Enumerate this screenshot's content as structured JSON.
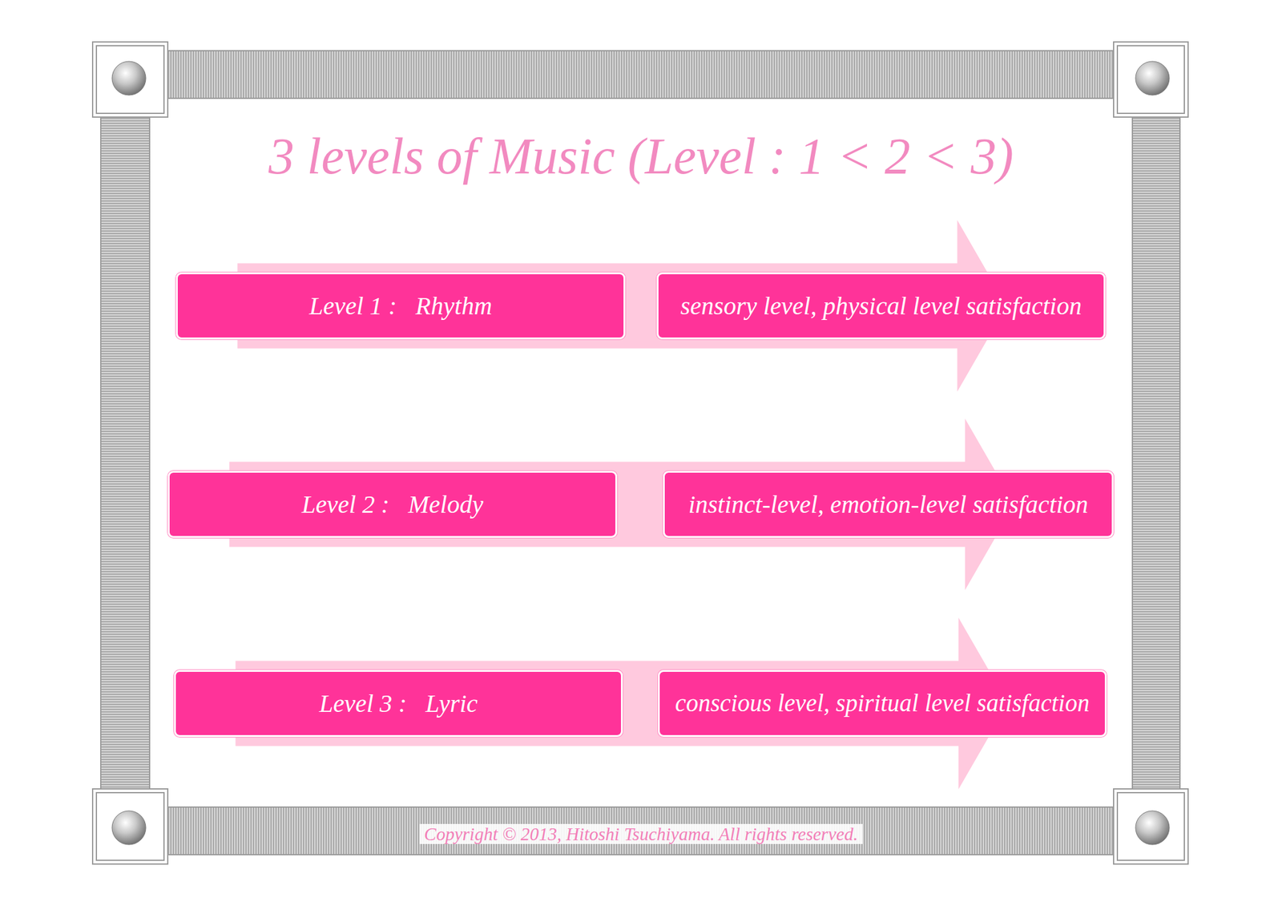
{
  "diagram": {
    "title": "3 levels of Music (Level : 1 < 2 < 3)",
    "nodes": [
      {
        "text": [
          "Level 1 :   Rhythm"
        ]
      },
      {
        "text": [
          "sensory level, physical level satisfaction"
        ]
      },
      {
        "text": [
          "Level 2 :   Melody"
        ]
      },
      {
        "text": [
          "instinct-level, emotion-level satisfaction"
        ]
      },
      {
        "text": [
          "Level 3 :   Lyric"
        ]
      },
      {
        "text": [
          "conscious level, spiritual level satisfaction"
        ]
      }
    ],
    "edges": [
      {
        "from": 0,
        "to": 1,
        "arrow": "to"
      },
      {
        "from": 2,
        "to": 3,
        "arrow": "to"
      },
      {
        "from": 4,
        "to": 5,
        "arrow": "to"
      }
    ],
    "labels": [
      "Copyright © 2013, Hitoshi Tsuchiyama. All rights reserved."
    ]
  }
}
